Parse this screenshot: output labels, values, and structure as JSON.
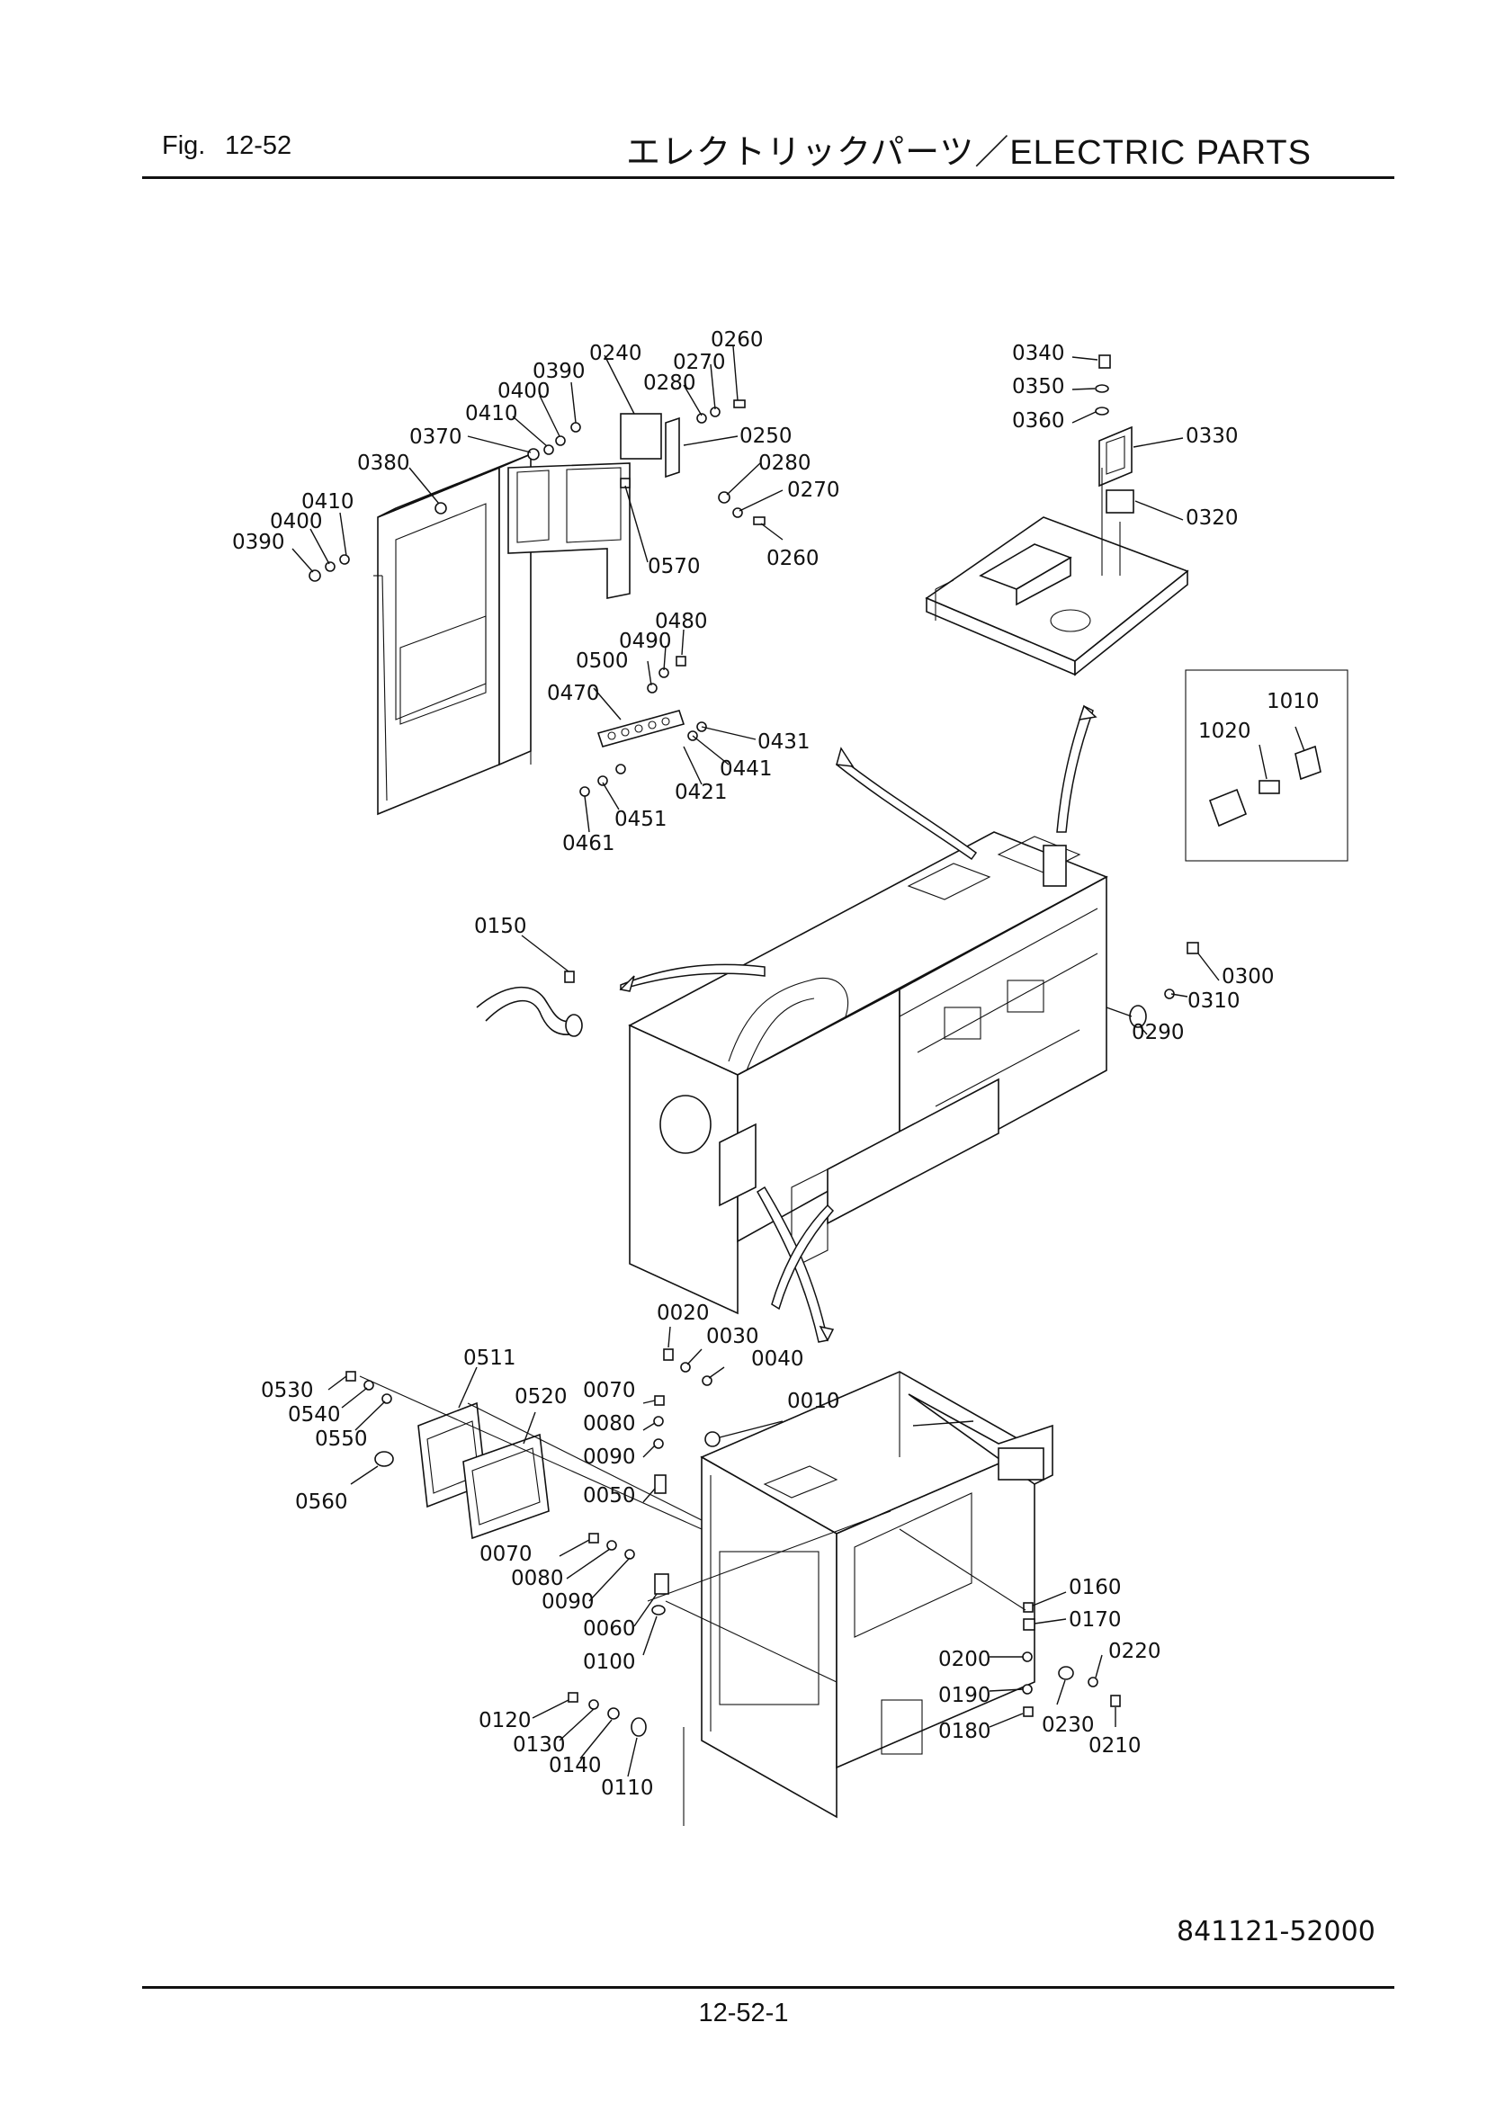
{
  "header": {
    "fig_prefix": "Fig.",
    "fig_number": "12-52",
    "title": "エレクトリックパーツ／ELECTRIC PARTS"
  },
  "footer": {
    "drawing_number": "841121-52000",
    "page_number": "12-52-1"
  },
  "callouts": {
    "p0010": "0010",
    "p0020": "0020",
    "p0030": "0030",
    "p0040": "0040",
    "p0050": "0050",
    "p0060": "0060",
    "p0070a": "0070",
    "p0070b": "0070",
    "p0080a": "0080",
    "p0080b": "0080",
    "p0090a": "0090",
    "p0090b": "0090",
    "p0100": "0100",
    "p0110": "0110",
    "p0120": "0120",
    "p0130": "0130",
    "p0140": "0140",
    "p0150": "0150",
    "p0160": "0160",
    "p0170": "0170",
    "p0180": "0180",
    "p0190": "0190",
    "p0200": "0200",
    "p0210": "0210",
    "p0220": "0220",
    "p0230": "0230",
    "p0240": "0240",
    "p0250": "0250",
    "p0260a": "0260",
    "p0260b": "0260",
    "p0270a": "0270",
    "p0270b": "0270",
    "p0280a": "0280",
    "p0280b": "0280",
    "p0290": "0290",
    "p0300": "0300",
    "p0310": "0310",
    "p0320": "0320",
    "p0330": "0330",
    "p0340": "0340",
    "p0350": "0350",
    "p0360": "0360",
    "p0370": "0370",
    "p0380": "0380",
    "p0390a": "0390",
    "p0390b": "0390",
    "p0400a": "0400",
    "p0400b": "0400",
    "p0410a": "0410",
    "p0410b": "0410",
    "p0421": "0421",
    "p0431": "0431",
    "p0441": "0441",
    "p0451": "0451",
    "p0461": "0461",
    "p0470": "0470",
    "p0480": "0480",
    "p0490": "0490",
    "p0500": "0500",
    "p0511": "0511",
    "p0520": "0520",
    "p0530": "0530",
    "p0540": "0540",
    "p0550": "0550",
    "p0560": "0560",
    "p0570": "0570",
    "p1010": "1010",
    "p1020": "1020"
  }
}
